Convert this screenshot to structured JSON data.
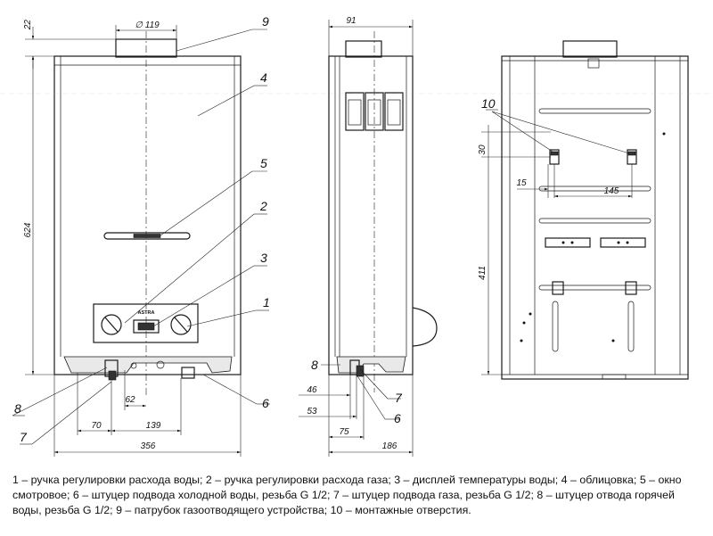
{
  "dimensions": {
    "top_offset": "22",
    "flue_diameter": "∅ 119",
    "height": "624",
    "depth": "91",
    "mount_vertical": "30",
    "mount_side": "15",
    "mount_spacing": "145",
    "mount_height": "411",
    "dim_62": "62",
    "dim_70": "70",
    "dim_139": "139",
    "width": "356",
    "dim_46": "46",
    "dim_53": "53",
    "dim_75": "75",
    "dim_186": "186"
  },
  "callouts": {
    "c1": "1",
    "c2": "2",
    "c3": "3",
    "c4": "4",
    "c5": "5",
    "c6": "6",
    "c6b": "6",
    "c7": "7",
    "c7b": "7",
    "c8": "8",
    "c8b": "8",
    "c9": "9",
    "c10": "10"
  },
  "panel_brand": "ASTRA",
  "caption": "1 – ручка регулировки расхода воды; 2 – ручка регулировки расхода газа; 3 – дисплей температуры воды; 4 – облицовка; 5 – окно смотровое; 6 – штуцер подвода холодной воды, резьба G 1/2; 7 – штуцер подвода газа, резьба G 1/2; 8 – штуцер отвода горячей воды, резьба G 1/2; 9 – патрубок газоотводящего устройства; 10 – монтажные отверстия."
}
